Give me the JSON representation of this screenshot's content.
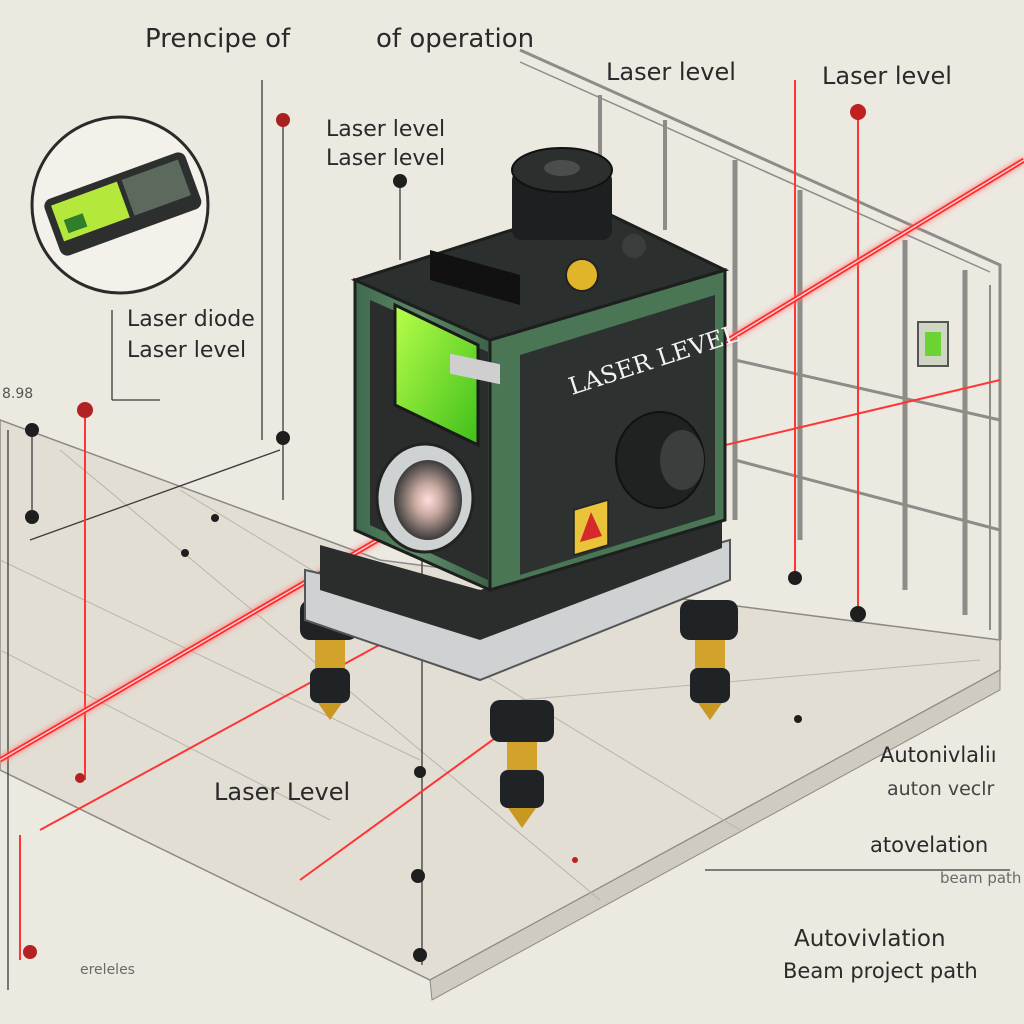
{
  "title": "Prencipe of",
  "title_suffix": "of operation",
  "labels": {
    "top_center": "Laser level",
    "top_right": "Laser level",
    "mid_a": "Laser level",
    "mid_b": "Laser level",
    "diode_a": "Laser diode",
    "diode_b": "Laser level",
    "bottom_center": "Laser Level",
    "autolevel_a": "Autonivlaliı",
    "autolevel_b": "auton veclr",
    "atovelation": "atovelation",
    "beam_path_small": "beam path",
    "autovivlation": "Autovivlation",
    "beam_project_path": "Beam project path",
    "left_small": "8.98",
    "bottom_left_small": "ereleles",
    "device_label": "LASER LEVEL"
  },
  "colors": {
    "laser": "#ff2a2a",
    "device_body": "#4e7a5a",
    "device_dark": "#2a2d2c",
    "display_green": "#7cff2e",
    "paper": "#ece9e1"
  },
  "icons": [
    "warning-icon",
    "knob-icon",
    "lens-icon",
    "display-icon",
    "bubble-vial-icon"
  ]
}
